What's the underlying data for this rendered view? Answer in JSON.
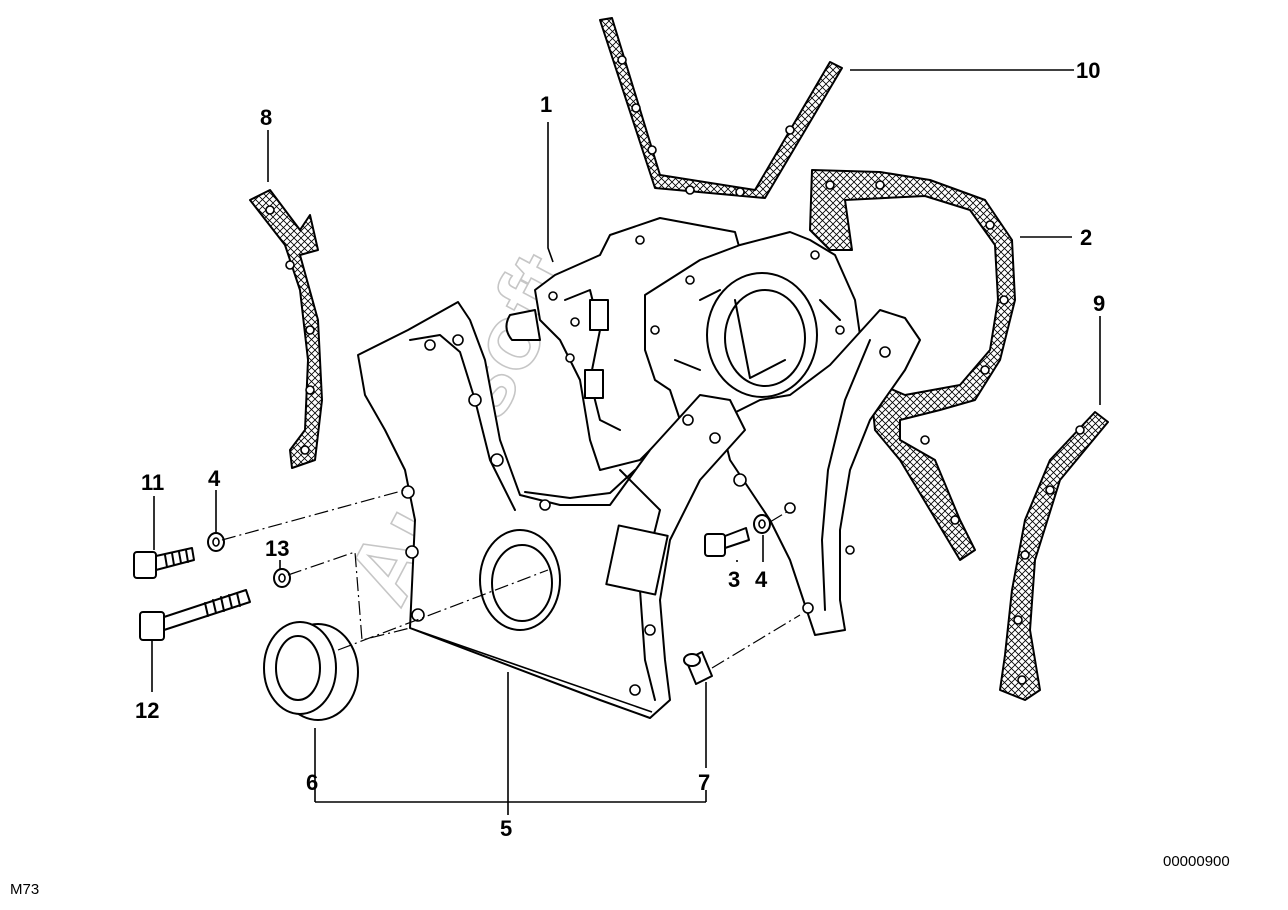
{
  "diagram": {
    "callouts": [
      {
        "id": "1",
        "label": "1"
      },
      {
        "id": "2",
        "label": "2"
      },
      {
        "id": "3",
        "label": "3"
      },
      {
        "id": "4a",
        "label": "4"
      },
      {
        "id": "4b",
        "label": "4"
      },
      {
        "id": "5",
        "label": "5"
      },
      {
        "id": "6",
        "label": "6"
      },
      {
        "id": "7",
        "label": "7"
      },
      {
        "id": "8",
        "label": "8"
      },
      {
        "id": "9",
        "label": "9"
      },
      {
        "id": "10",
        "label": "10"
      },
      {
        "id": "11",
        "label": "11"
      },
      {
        "id": "12",
        "label": "12"
      },
      {
        "id": "13",
        "label": "13"
      }
    ],
    "drawing_number": "00000900",
    "model_code": "M73",
    "watermark": "Autosoft"
  }
}
